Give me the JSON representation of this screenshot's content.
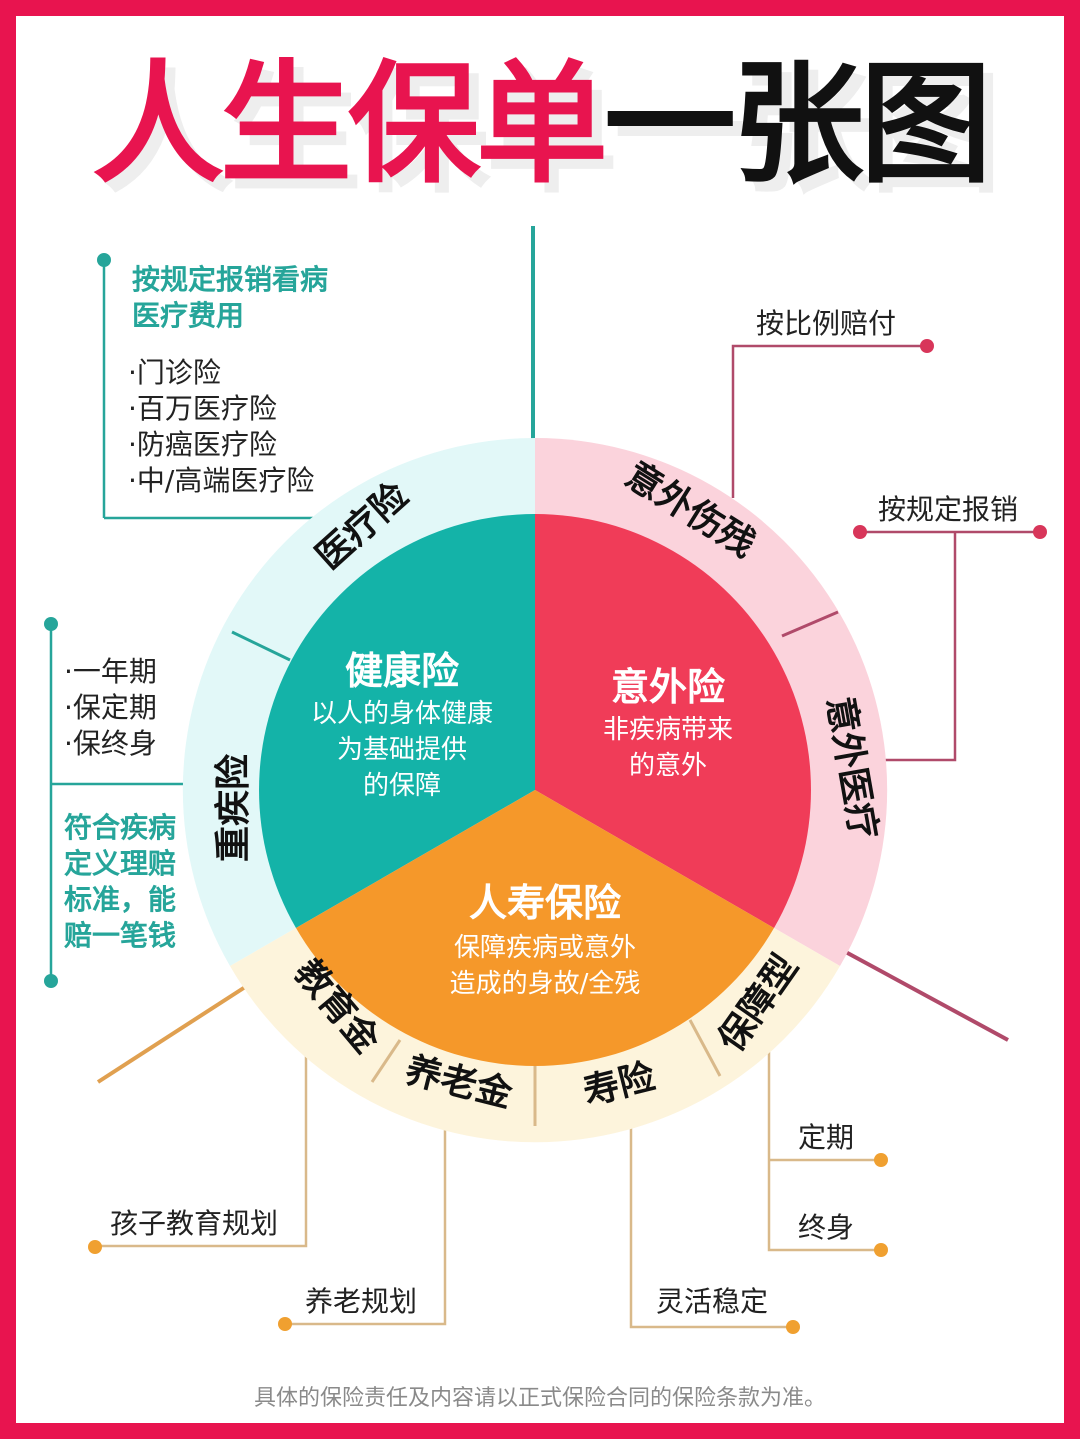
{
  "title": {
    "part1": "人生保单",
    "part2": "一张图"
  },
  "colors": {
    "brand_red": "#e8144f",
    "health_teal": "#14b3a8",
    "health_ring": "#e2f8f8",
    "accident_red": "#f03c58",
    "accident_ring": "#fbd3dc",
    "life_orange": "#f5982a",
    "life_ring": "#fdf4dc",
    "teal_line": "#26a59a",
    "plum_line": "#b04a6a",
    "tan_line": "#d9b98a",
    "orange_dot": "#f0a030"
  },
  "wheel": {
    "health": {
      "title": "健康险",
      "desc": [
        "以人的身体健康",
        "为基础提供",
        "的保障"
      ],
      "ring_labels": [
        "医疗险",
        "重疾险"
      ]
    },
    "accident": {
      "title": "意外险",
      "desc": [
        "非疾病带来",
        "的意外"
      ],
      "ring_labels": [
        "意外伤残",
        "意外医疗"
      ]
    },
    "life": {
      "title": "人寿保险",
      "desc": [
        "保障疾病或意外",
        "造成的身故/全残"
      ],
      "ring_labels": [
        "教育金",
        "养老金",
        "寿险",
        "保障型"
      ]
    }
  },
  "callouts": {
    "medical": {
      "headline": [
        "按规定报销看病",
        "医疗费用"
      ],
      "items": [
        "·门诊险",
        "·百万医疗险",
        "·防癌医疗险",
        "·中/高端医疗险"
      ]
    },
    "critical_illness": {
      "items": [
        "·一年期",
        "·保定期",
        "·保终身"
      ],
      "headline": [
        "符合疾病",
        "定义理赔",
        "标准，能",
        "赔一笔钱"
      ]
    },
    "accident_disability": {
      "label": "按比例赔付"
    },
    "accident_medical": {
      "label": "按规定报销"
    },
    "education": {
      "label": "孩子教育规划"
    },
    "pension": {
      "label": "养老规划"
    },
    "life_term": {
      "label": "灵活稳定"
    },
    "protection": {
      "items": [
        "定期",
        "终身"
      ]
    }
  },
  "footer": {
    "disclaimer": "具体的保险责任及内容请以正式保险合同的保险条款为准。"
  }
}
